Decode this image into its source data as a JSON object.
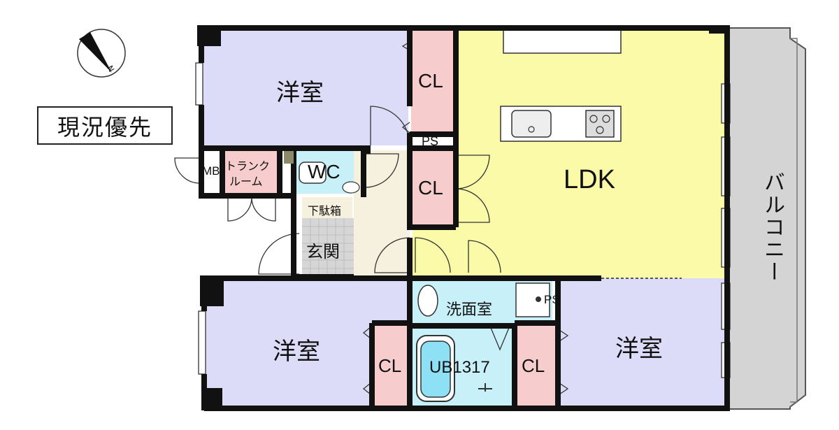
{
  "status_label": "現況優先",
  "compass": {
    "direction_label": "N"
  },
  "rooms": {
    "western_room_top": "洋室",
    "western_room_bottom_left": "洋室",
    "western_room_bottom_right": "洋室",
    "ldk": "LDK",
    "closet_top": "CL",
    "closet_mid": "CL",
    "closet_bottom_left": "CL",
    "closet_bottom_right": "CL",
    "ps_top": "PS",
    "ps_bottom": "PS",
    "mb": "MB",
    "trunk_room_line1": "トランク",
    "trunk_room_line2": "ルーム",
    "wc": "WC",
    "shoe_box": "下駄箱",
    "entrance": "玄関",
    "washroom": "洗面室",
    "unit_bath": "UB1317",
    "balcony": "バルコニー"
  },
  "colors": {
    "western_room": "#dcdcf8",
    "ldk": "#fbfaa8",
    "closet": "#f7cccc",
    "wet_area": "#c8f0f8",
    "entrance": "#f6f1de",
    "balcony": "#d4d4d4",
    "wall": "#111111"
  }
}
